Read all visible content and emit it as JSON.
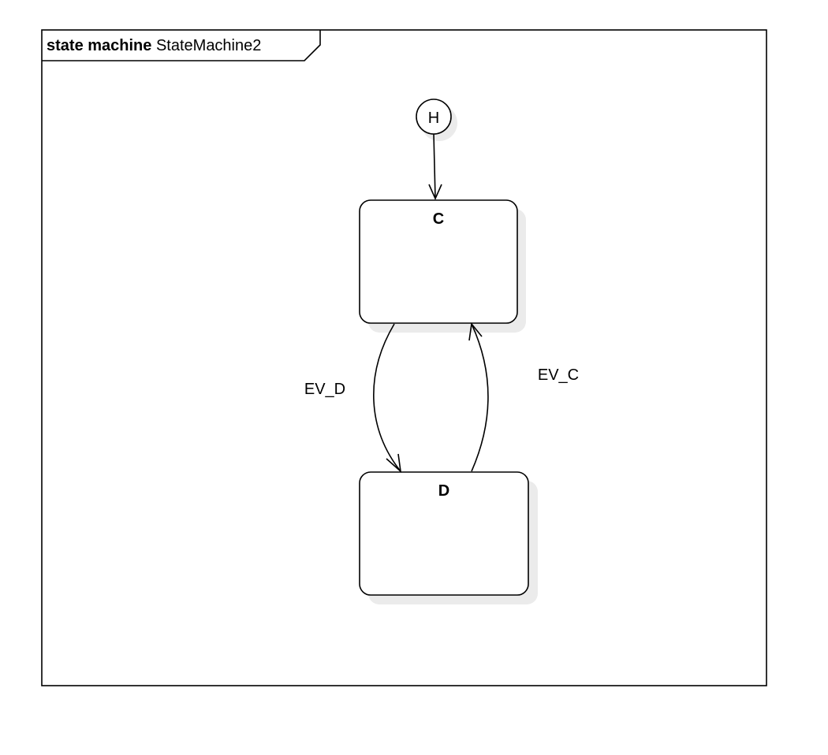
{
  "frame": {
    "keyword": "state machine",
    "name": "StateMachine2"
  },
  "history_state": {
    "label": "H"
  },
  "states": [
    {
      "id": "C",
      "name": "C"
    },
    {
      "id": "D",
      "name": "D"
    }
  ],
  "transitions": [
    {
      "from": "H",
      "to": "C",
      "label": ""
    },
    {
      "from": "C",
      "to": "D",
      "label": "EV_D"
    },
    {
      "from": "D",
      "to": "C",
      "label": "EV_C"
    }
  ]
}
